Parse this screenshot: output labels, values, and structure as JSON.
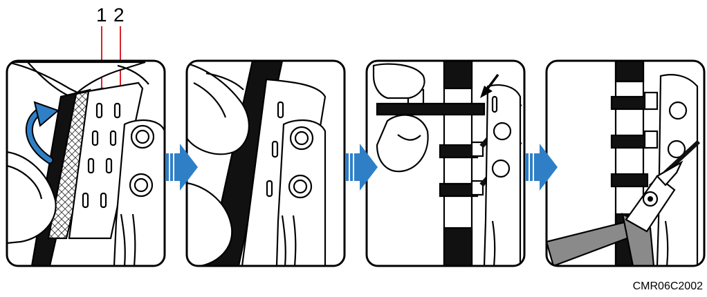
{
  "callouts": {
    "one": "1",
    "two": "2"
  },
  "figure_code": "CMR06C2002",
  "colors": {
    "accent_blue": "#2f7fc7",
    "callout_red": "#d8232a",
    "stroke": "#000000",
    "plier_grip": "#8a8a8a"
  },
  "icons": [
    "rotate-arrow-icon",
    "step-arrow-icon",
    "push-arrow-icon",
    "pliers-icon"
  ]
}
